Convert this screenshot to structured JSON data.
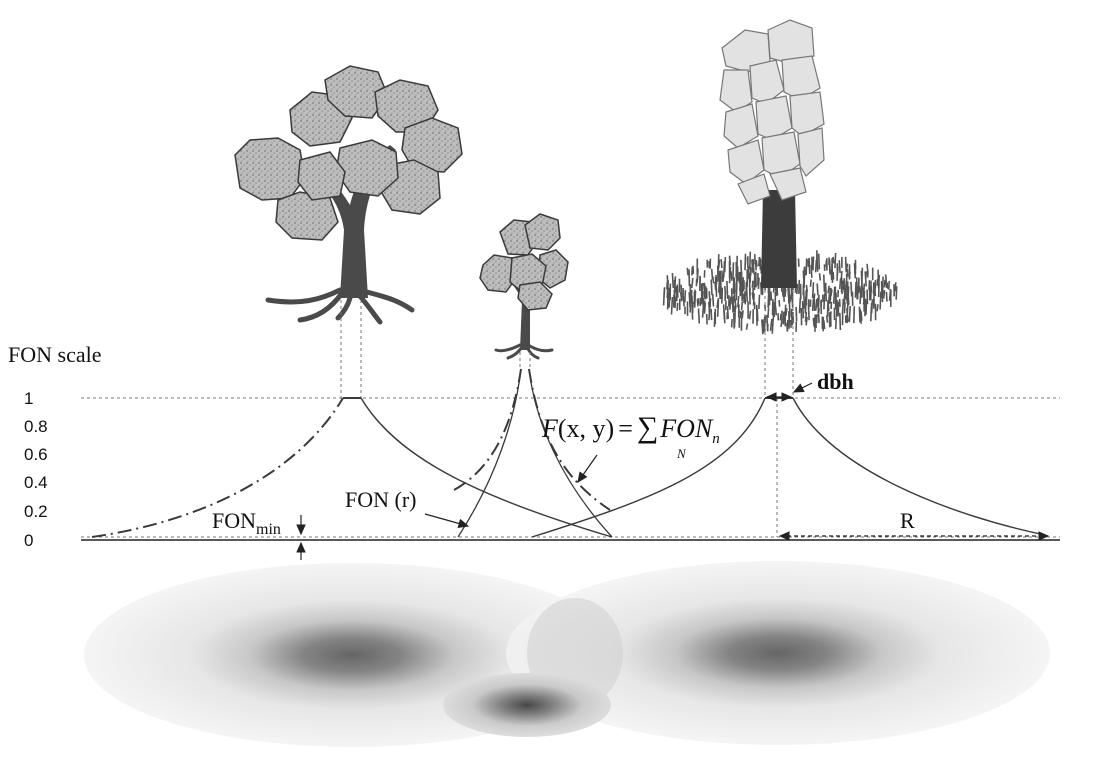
{
  "y_axis": {
    "title": "FON scale",
    "ticks": [
      "1",
      "0.8",
      "0.6",
      "0.4",
      "0.2",
      "0"
    ]
  },
  "labels": {
    "fon_min_base": "FON",
    "fon_min_sub": "min",
    "fon_r": "FON (r)",
    "dbh": "dbh",
    "radius": "R"
  },
  "formula": {
    "lhs": "F",
    "args": "(x, y)",
    "equals": "=",
    "sum": "∑",
    "sum_index": "N",
    "term": "FON",
    "term_sub": "n"
  },
  "trees": [
    {
      "kind": "broadleaf-large"
    },
    {
      "kind": "broadleaf-small"
    },
    {
      "kind": "columnar"
    }
  ],
  "colors": {
    "curve": "#3a3a3a",
    "guide": "#777777",
    "foliage": "#b8b8b8",
    "trunk": "#4a4a4a",
    "zone_outer": "#e6e6e6",
    "zone_core": "#555555"
  }
}
